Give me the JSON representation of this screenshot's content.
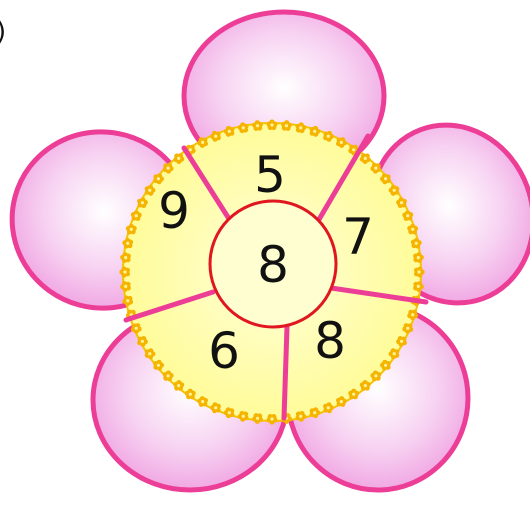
{
  "corner_mark": ")",
  "center_number": "8",
  "segments": [
    {
      "label": "5"
    },
    {
      "label": "7"
    },
    {
      "label": "8"
    },
    {
      "label": "6"
    },
    {
      "label": "9"
    }
  ],
  "colors": {
    "petal_fill": "#f6c6f0",
    "petal_edge": "#ec3d97",
    "center_disc": "#fffda6",
    "divider": "#ec3d97",
    "inner_circle_stroke": "#e01620",
    "inner_circle_fill": "#fffed0",
    "flower_dots": "#f5b400"
  }
}
